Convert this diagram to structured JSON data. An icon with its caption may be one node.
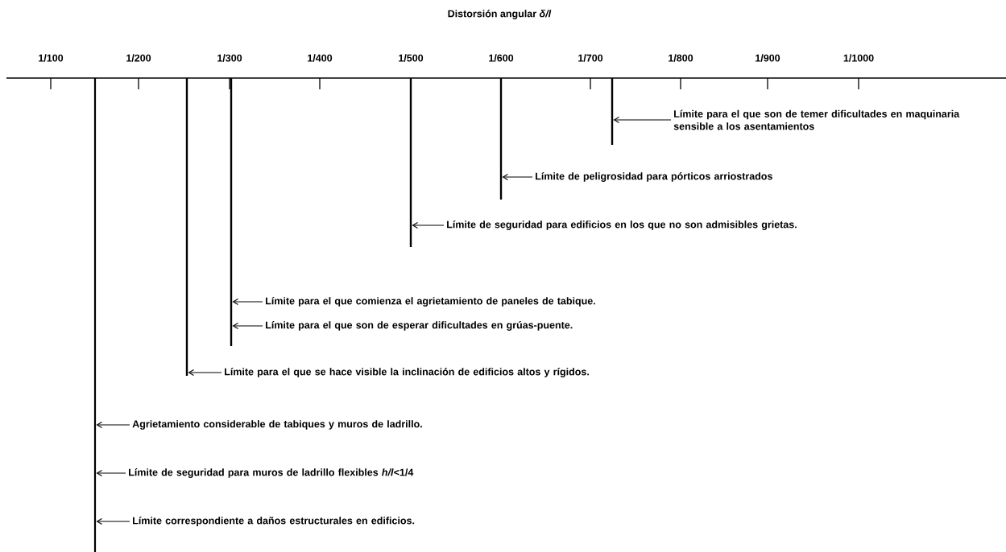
{
  "diagram": {
    "title": "Distorsión angular *δ/l*",
    "nodes": [
      {
        "text": [],
        "shape": "bar"
      },
      {
        "text": [],
        "shape": "bar"
      },
      {
        "text": [],
        "shape": "bar"
      },
      {
        "text": [],
        "shape": "bar"
      },
      {
        "text": [],
        "shape": "bar"
      },
      {
        "text": [],
        "shape": "bar"
      },
      {
        "text": [
          "Límite para el que son de temer dificultades en maquinaria sensible a los asentamientos"
        ]
      },
      {
        "text": [
          "Límite de peligrosidad para pórticos arriostrados"
        ]
      },
      {
        "text": [
          "Límite de seguridad para edificios en los que no son admisibles grietas."
        ]
      },
      {
        "text": [
          "Límite para el que comienza el agrietamiento de paneles de tabique."
        ]
      },
      {
        "text": [
          "Límite para el que son de esperar dificultades en grúas-puente."
        ]
      },
      {
        "text": [
          "Límite para el que se hace visible la inclinación de edificios altos y rígidos."
        ]
      },
      {
        "text": [
          "Agrietamiento considerable de tabiques y muros de ladrillo."
        ]
      },
      {
        "text": [
          "Límite de seguridad para muros de ladrillo flexibles *h/l*<1/4"
        ]
      },
      {
        "text": [
          "Límite correspondiente a daños estructurales en edificios."
        ]
      }
    ],
    "edges": [
      {
        "from": 6,
        "to": 5,
        "arrow": "to"
      },
      {
        "from": 7,
        "to": 4,
        "arrow": "to"
      },
      {
        "from": 8,
        "to": 3,
        "arrow": "to"
      },
      {
        "from": 9,
        "to": 2,
        "arrow": "to"
      },
      {
        "from": 10,
        "to": 2,
        "arrow": "to"
      },
      {
        "from": 11,
        "to": 1,
        "arrow": "to"
      },
      {
        "from": 12,
        "to": 0,
        "arrow": "to"
      },
      {
        "from": 13,
        "to": 0,
        "arrow": "to"
      },
      {
        "from": 14,
        "to": 0,
        "arrow": "to"
      }
    ],
    "labels": [
      "1/100",
      "1/200",
      "1/300",
      "1/400",
      "1/500",
      "1/600",
      "1/700",
      "1/800",
      "1/900",
      "1/1000"
    ]
  }
}
